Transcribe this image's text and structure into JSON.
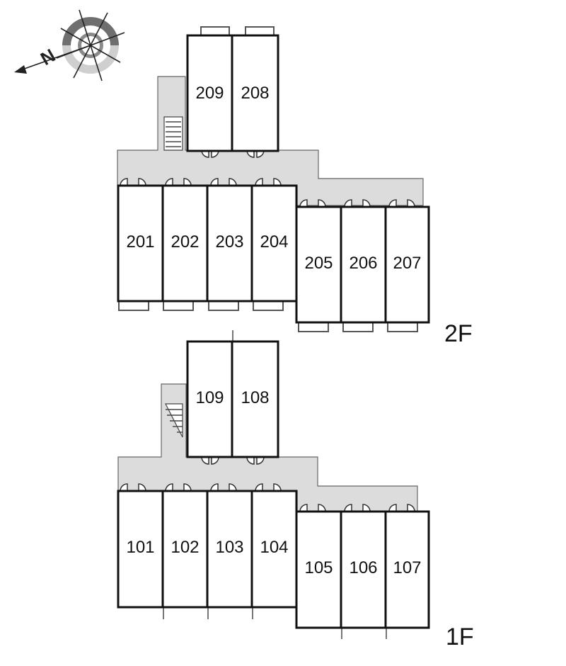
{
  "compass": {
    "north_label": "N"
  },
  "floors": [
    {
      "label": "2F",
      "units": [
        "201",
        "202",
        "203",
        "204",
        "205",
        "206",
        "207",
        "208",
        "209"
      ]
    },
    {
      "label": "1F",
      "units": [
        "101",
        "102",
        "103",
        "104",
        "105",
        "106",
        "107",
        "108",
        "109"
      ]
    }
  ]
}
